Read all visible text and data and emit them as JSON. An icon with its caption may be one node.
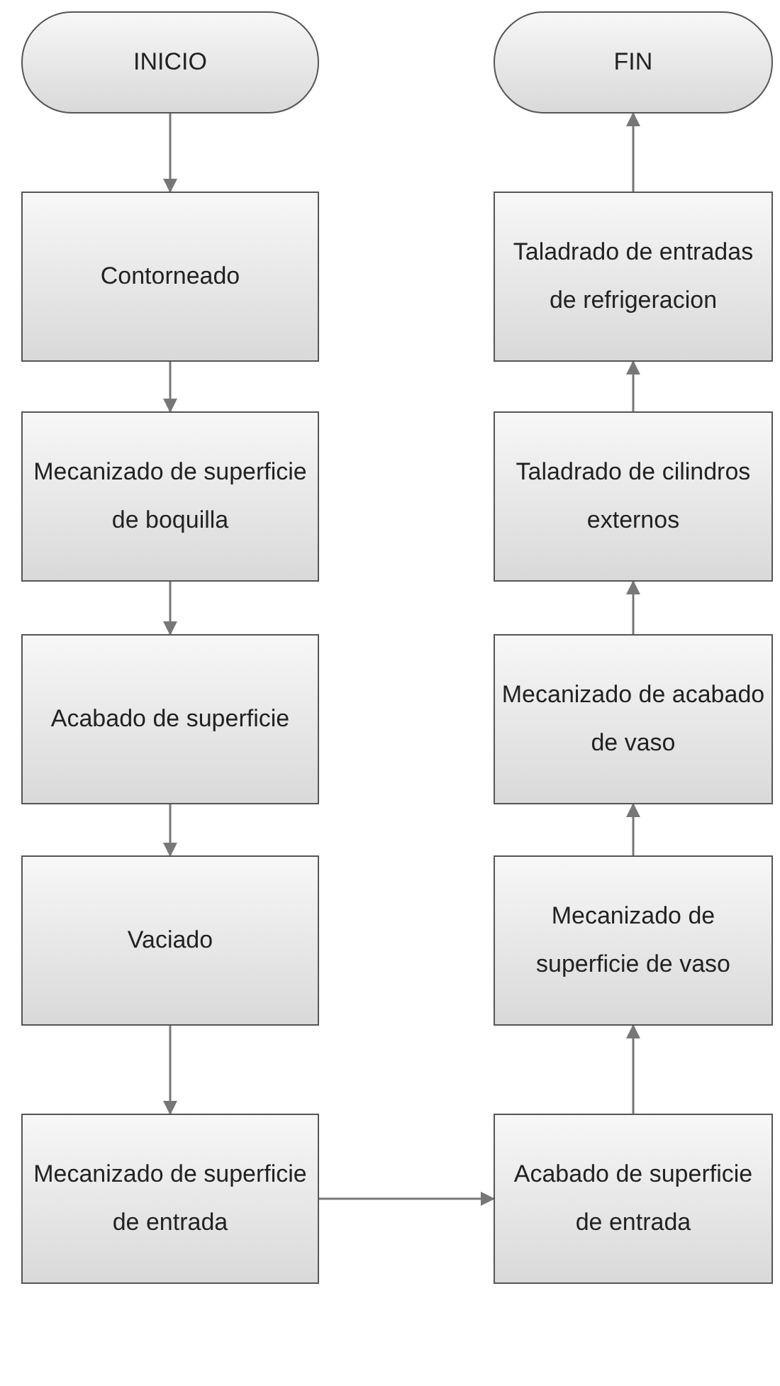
{
  "diagram": {
    "nodes": [
      {
        "text": [
          "INICIO"
        ]
      },
      {
        "text": [
          "Contorneado"
        ]
      },
      {
        "text": [
          "Mecanizado de superficie de boquilla"
        ]
      },
      {
        "text": [
          "Acabado de superficie"
        ]
      },
      {
        "text": [
          "Vaciado"
        ]
      },
      {
        "text": [
          "Mecanizado de superficie de entrada"
        ]
      },
      {
        "text": [
          "Acabado de superficie de entrada"
        ]
      },
      {
        "text": [
          "Mecanizado de superficie de vaso"
        ]
      },
      {
        "text": [
          "Mecanizado de acabado de vaso"
        ]
      },
      {
        "text": [
          "Taladrado de cilindros externos"
        ]
      },
      {
        "text": [
          "Taladrado de entradas de refrigeracion"
        ]
      },
      {
        "text": [
          "FIN"
        ]
      }
    ],
    "edges": [
      {
        "from": 0,
        "to": 1,
        "arrow": "to"
      },
      {
        "from": 1,
        "to": 2,
        "arrow": "to"
      },
      {
        "from": 2,
        "to": 3,
        "arrow": "to"
      },
      {
        "from": 3,
        "to": 4,
        "arrow": "to"
      },
      {
        "from": 4,
        "to": 5,
        "arrow": "to"
      },
      {
        "from": 5,
        "to": 6,
        "arrow": "to"
      },
      {
        "from": 6,
        "to": 7,
        "arrow": "to"
      },
      {
        "from": 7,
        "to": 8,
        "arrow": "to"
      },
      {
        "from": 8,
        "to": 9,
        "arrow": "to"
      },
      {
        "from": 9,
        "to": 10,
        "arrow": "to"
      },
      {
        "from": 10,
        "to": 11,
        "arrow": "to"
      }
    ]
  }
}
